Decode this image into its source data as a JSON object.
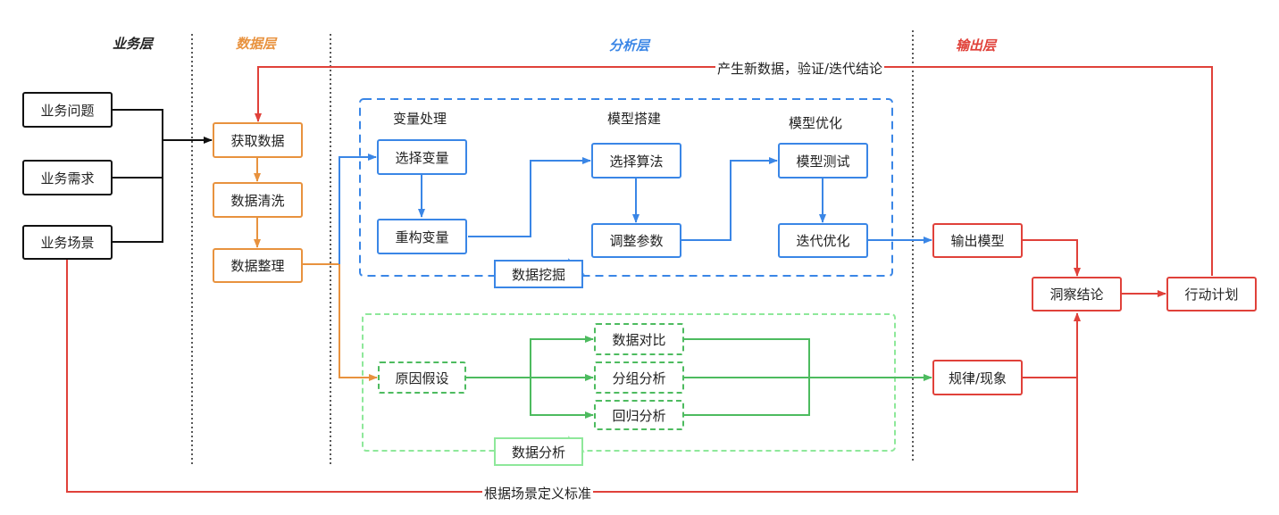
{
  "layers": {
    "business": "业务层",
    "data": "数据层",
    "analysis": "分析层",
    "output": "输出层"
  },
  "business": {
    "question": "业务问题",
    "need": "业务需求",
    "scene": "业务场景"
  },
  "data_layer": {
    "get": "获取数据",
    "clean": "数据清洗",
    "arrange": "数据整理"
  },
  "mining": {
    "tag": "数据挖掘",
    "var_title": "变量处理",
    "model_title": "模型搭建",
    "opt_title": "模型优化",
    "select_var": "选择变量",
    "rebuild_var": "重构变量",
    "select_algo": "选择算法",
    "tune_param": "调整参数",
    "model_test": "模型测试",
    "iterate_opt": "迭代优化"
  },
  "analysis": {
    "tag": "数据分析",
    "hypothesis": "原因假设",
    "compare": "数据对比",
    "group": "分组分析",
    "regression": "回归分析"
  },
  "output": {
    "model": "输出模型",
    "pattern": "规律/现象",
    "insight": "洞察结论",
    "plan": "行动计划"
  },
  "edges": {
    "feedback": "产生新数据，验证/迭代结论",
    "standard": "根据场景定义标准"
  },
  "colors": {
    "business": "#111111",
    "data": "#e8923e",
    "mining": "#3a86e6",
    "analysis": "#4dbb5f",
    "output": "#e0413a"
  }
}
